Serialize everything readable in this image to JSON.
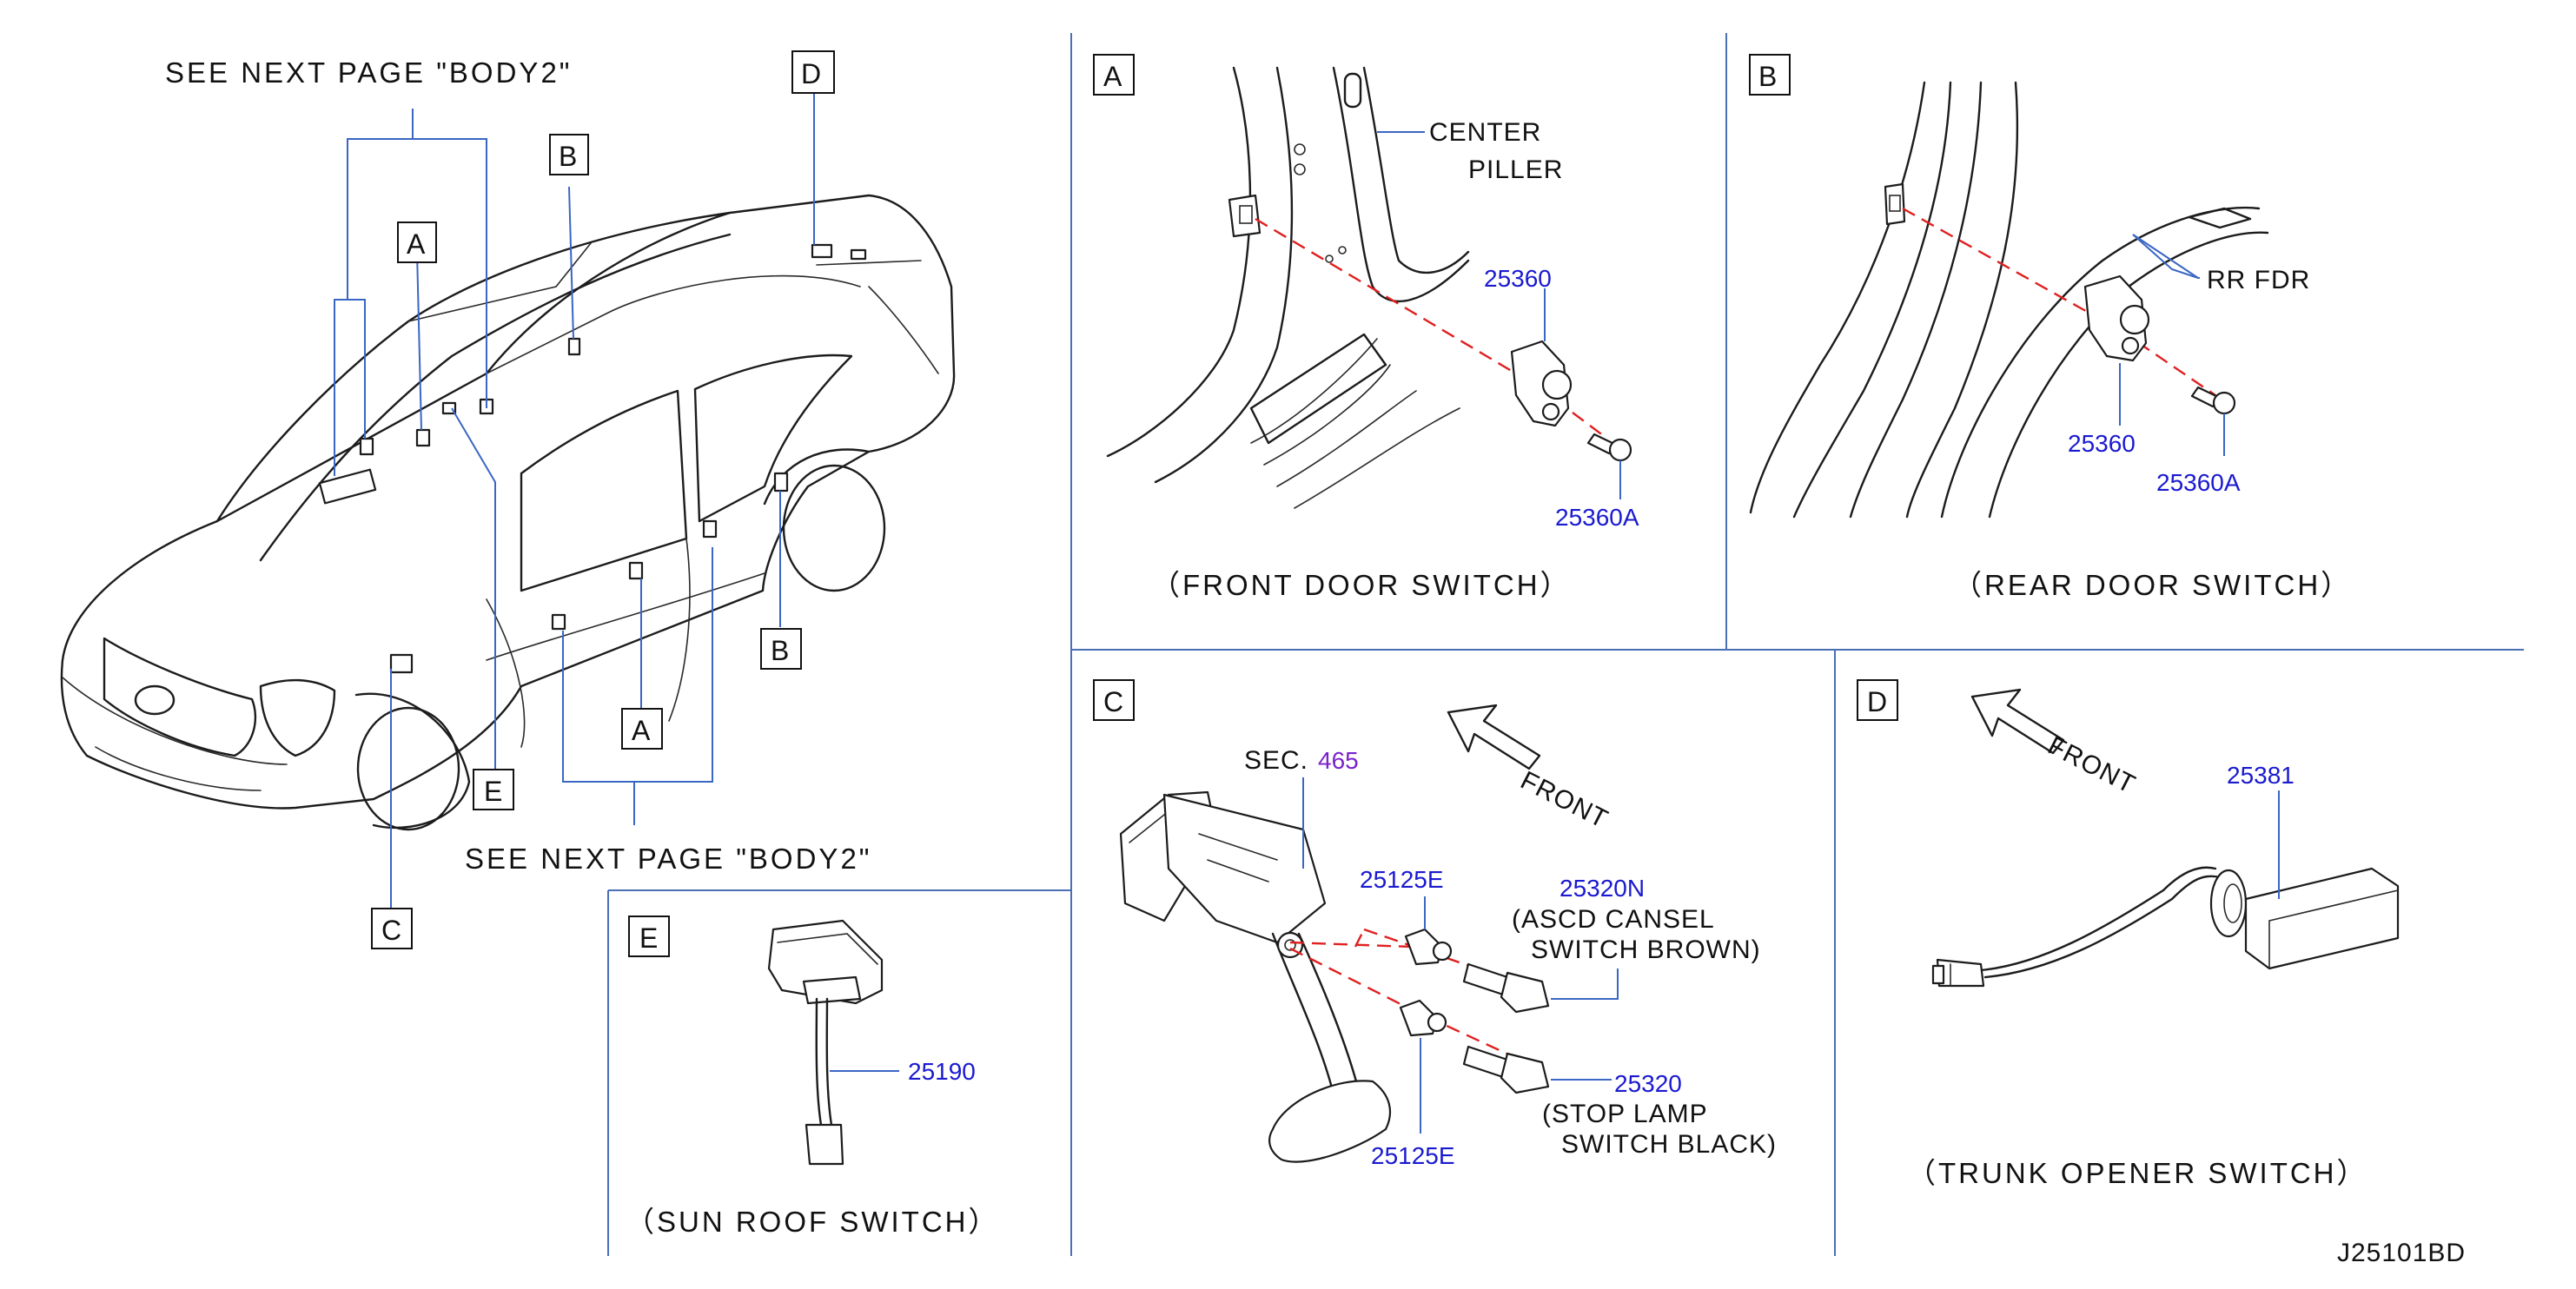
{
  "main_view": {
    "see_next_top": "SEE  NEXT  PAGE  \"BODY2\"",
    "see_next_bottom": "SEE  NEXT  PAGE  \"BODY2\"",
    "callouts": [
      "A",
      "B",
      "C",
      "D",
      "E"
    ]
  },
  "panel_a": {
    "letter": "A",
    "center_piller_line1": "CENTER",
    "center_piller_line2": "PILLER",
    "part_switch": "25360",
    "part_bolt": "25360A",
    "caption": "（FRONT  DOOR  SWITCH）"
  },
  "panel_b": {
    "letter": "B",
    "rr_fdr": "RR  FDR",
    "part_switch": "25360",
    "part_bolt": "25360A",
    "caption": "（REAR  DOOR  SWITCH）"
  },
  "panel_c": {
    "letter": "C",
    "sec_label": "SEC.",
    "sec_number": "465",
    "front": "FRONT",
    "part_clip_top": "25125E",
    "part_clip_bottom": "25125E",
    "part_ascd": "25320N",
    "ascd_desc_line1": "(ASCD  CANSEL",
    "ascd_desc_line2": "SWITCH  BROWN)",
    "part_stop": "25320",
    "stop_desc_line1": "(STOP  LAMP",
    "stop_desc_line2": "SWITCH  BLACK)"
  },
  "panel_d": {
    "letter": "D",
    "front": "FRONT",
    "part_opener": "25381",
    "caption": "（TRUNK  OPENER  SWITCH）"
  },
  "panel_e": {
    "letter": "E",
    "part_switch": "25190",
    "caption": "（SUN  ROOF  SWITCH）"
  },
  "diagram_code": "J25101BD",
  "colors": {
    "separator": "#4a6fb5",
    "leader": "#3a66c4",
    "part_number": "#1a1ad0",
    "section_ref": "#7a22cc",
    "centerline": "#e02020"
  }
}
